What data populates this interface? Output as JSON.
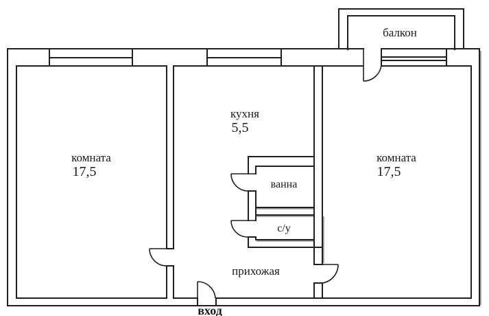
{
  "rooms": {
    "balcony": {
      "label": "балкон"
    },
    "room_left": {
      "label": "комната",
      "area": "17,5"
    },
    "kitchen": {
      "label": "кухня",
      "area": "5,5"
    },
    "room_right": {
      "label": "комната",
      "area": "17,5"
    },
    "bathroom": {
      "label": "ванна"
    },
    "toilet": {
      "label": "с/у"
    },
    "hallway": {
      "label": "прихожая"
    },
    "entrance": {
      "label": "вход"
    }
  },
  "colors": {
    "wall": "#1f1f1f",
    "wall_shadow": "#9b9b9b",
    "background": "#ffffff",
    "text": "#1a1a1a"
  }
}
